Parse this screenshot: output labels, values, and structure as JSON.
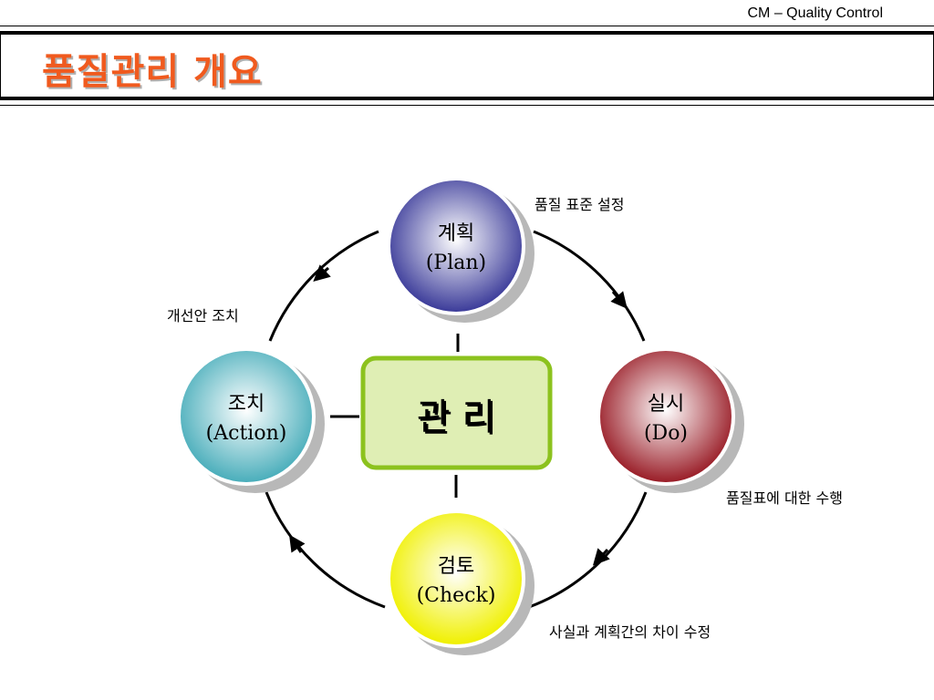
{
  "header": {
    "label": "CM – Quality Control",
    "title": "품질관리 개요"
  },
  "center": {
    "label": "관 리",
    "fill": "#dfeeb4",
    "stroke": "#8cc21e"
  },
  "nodes": [
    {
      "id": "plan",
      "name": "계획",
      "sub": "(Plan)",
      "color": "#3c3c9a",
      "light": "#ffffff"
    },
    {
      "id": "do",
      "name": "실시",
      "sub": "(Do)",
      "color": "#9a1e28",
      "light": "#ffffff"
    },
    {
      "id": "check",
      "name": "검토",
      "sub": "(Check)",
      "color": "#f0f000",
      "light": "#ffffff"
    },
    {
      "id": "action",
      "name": "조치",
      "sub": "(Action)",
      "color": "#4aaebb",
      "light": "#ffffff"
    }
  ],
  "annotations": {
    "plan": "품질 표준 설정",
    "do": "품질표에 대한 수행",
    "check": "사실과 계획간의 차이 수정",
    "action": "개선안 조치"
  }
}
